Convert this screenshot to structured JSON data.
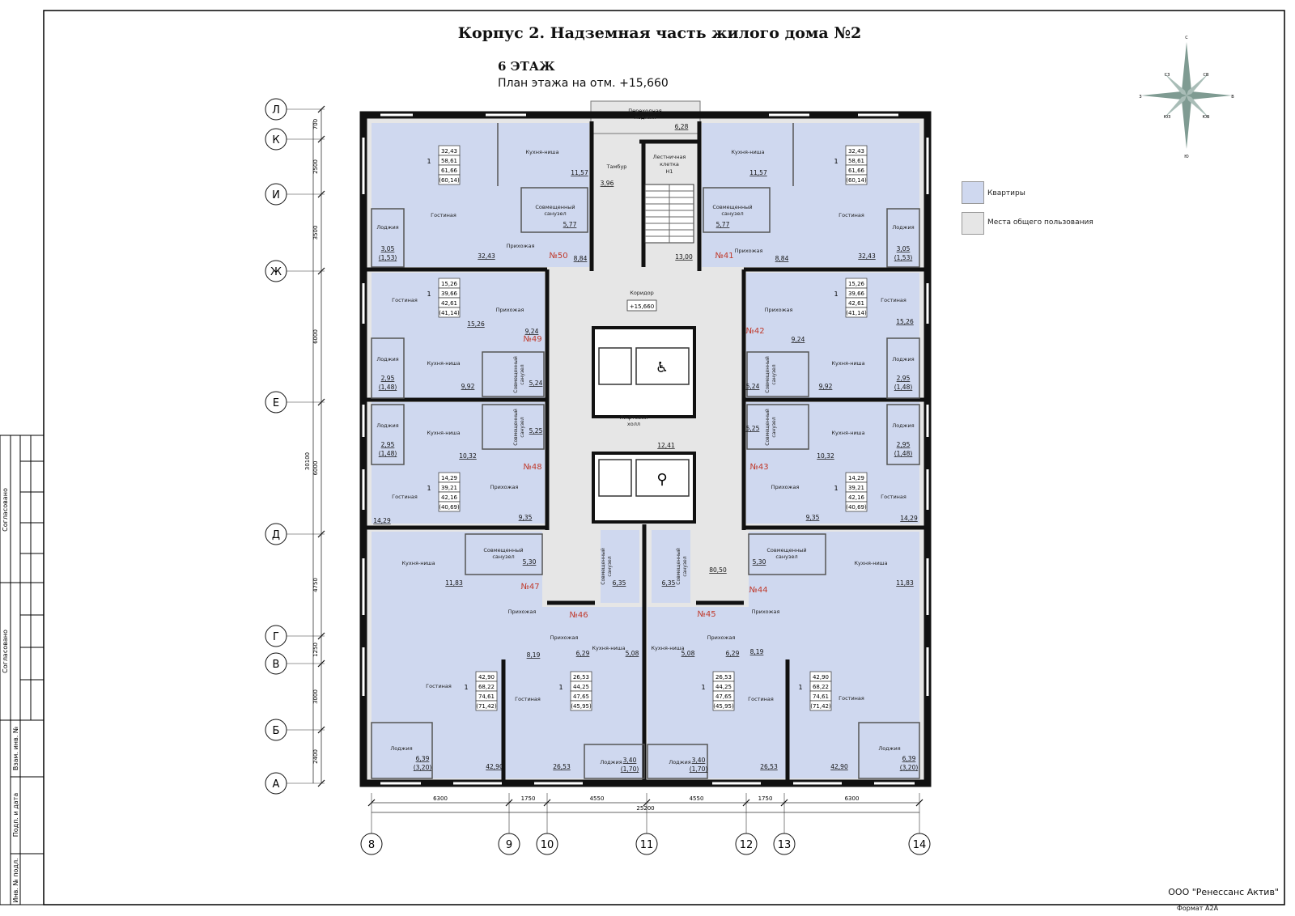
{
  "title": "Корпус 2. Надземная часть жилого дома №2",
  "floor": "6 ЭТАЖ",
  "plan_level": "План этажа на отм. +15,660",
  "company": "ООО \"Ренессанс Актив\"",
  "format": "Формат А2А",
  "legend": [
    {
      "label": "Квартиры",
      "color": "#cfd8ef"
    },
    {
      "label": "Места общего пользования",
      "color": "#e6e6e6"
    }
  ],
  "compass": {
    "n": "С",
    "ne": "СВ",
    "e": "В",
    "se": "ЮВ",
    "s": "Ю",
    "sw": "ЮЗ",
    "w": "З",
    "nw": "СЗ"
  },
  "stamp_labels": [
    "Согласовано",
    "Согласовано",
    "Взам. инв. №",
    "Подп. и дата",
    "Инв. № подл."
  ],
  "grid": {
    "rows": [
      "Л",
      "К",
      "И",
      "Ж",
      "Е",
      "Д",
      "Г",
      "В",
      "Б",
      "А"
    ],
    "row_dims": [
      "700",
      "2500",
      "3500",
      "6000",
      "6000",
      "4750",
      "1250",
      "3000",
      "2400"
    ],
    "row_total": "30100",
    "cols": [
      "8",
      "9",
      "10",
      "11",
      "12",
      "13",
      "14"
    ],
    "col_dims": [
      "6300",
      "1750",
      "4550",
      "4550",
      "1750",
      "6300"
    ],
    "col_total": "25200"
  },
  "apartments": [
    {
      "no": "№50",
      "areas": [
        "32,43",
        "58,61",
        "61,66",
        "(60,14)"
      ],
      "rooms": "1"
    },
    {
      "no": "№41",
      "areas": [
        "32,43",
        "58,61",
        "61,66",
        "(60,14)"
      ],
      "rooms": "1"
    },
    {
      "no": "№49",
      "areas": [
        "15,26",
        "39,66",
        "42,61",
        "(41,14)"
      ],
      "rooms": "1"
    },
    {
      "no": "№42",
      "areas": [
        "15,26",
        "39,66",
        "42,61",
        "(41,14)"
      ],
      "rooms": "1"
    },
    {
      "no": "№48",
      "areas": [
        "14,29",
        "39,21",
        "42,16",
        "(40,69)"
      ],
      "rooms": "1"
    },
    {
      "no": "№43",
      "areas": [
        "14,29",
        "39,21",
        "42,16",
        "(40,69)"
      ],
      "rooms": "1"
    },
    {
      "no": "№47",
      "areas": [
        "42,90",
        "68,22",
        "74,61",
        "(71,42)"
      ],
      "rooms": "1"
    },
    {
      "no": "№44",
      "areas": [
        "42,90",
        "68,22",
        "74,61",
        "(71,42)"
      ],
      "rooms": "1"
    },
    {
      "no": "№46",
      "areas": [
        "26,53",
        "44,25",
        "47,65",
        "(45,95)"
      ],
      "rooms": "1"
    },
    {
      "no": "№45",
      "areas": [
        "26,53",
        "44,25",
        "47,65",
        "(45,95)"
      ],
      "rooms": "1"
    }
  ],
  "rooms": {
    "living": "Гостиная",
    "kitchen": "Кухня-ниша",
    "hall": "Прихожая",
    "loggia": "Лоджия",
    "bath_1": "Совмещенный",
    "bath_2": "санузел",
    "corridor": "Коридор",
    "corridor_level": "+15,660",
    "lift_hall_1": "Лифтовой",
    "lift_hall_2": "холл",
    "vestibule": "Тамбур",
    "stair_1": "Лестничная",
    "stair_2": "клетка",
    "stair_3": "Н1",
    "transit_1": "Переходная",
    "transit_2": "лоджия"
  },
  "values": {
    "v_32_43": "32,43",
    "v_11_57": "11,57",
    "v_5_77": "5,77",
    "v_8_84": "8,84",
    "v_3_05": "3,05",
    "v_1_53": "(1,53)",
    "v_3_96": "3,96",
    "v_6_28": "6,28",
    "v_13_00": "13,00",
    "v_15_26": "15,26",
    "v_9_24": "9,24",
    "v_9_92": "9,92",
    "v_5_24": "5,24",
    "v_2_95": "2,95",
    "v_1_48": "(1,48)",
    "v_10_32": "10,32",
    "v_5_25": "5,25",
    "v_14_29": "14,29",
    "v_9_35": "9,35",
    "v_12_41": "12,41",
    "v_11_83": "11,83",
    "v_5_30": "5,30",
    "v_8_19": "8,19",
    "v_6_35": "6,35",
    "v_80_50": "80,50",
    "v_6_29": "6,29",
    "v_5_08": "5,08",
    "v_42_90": "42,90",
    "v_6_39": "6,39",
    "v_3_20": "(3,20)",
    "v_26_53": "26,53",
    "v_3_40": "3,40",
    "v_1_70": "(1,70)"
  }
}
